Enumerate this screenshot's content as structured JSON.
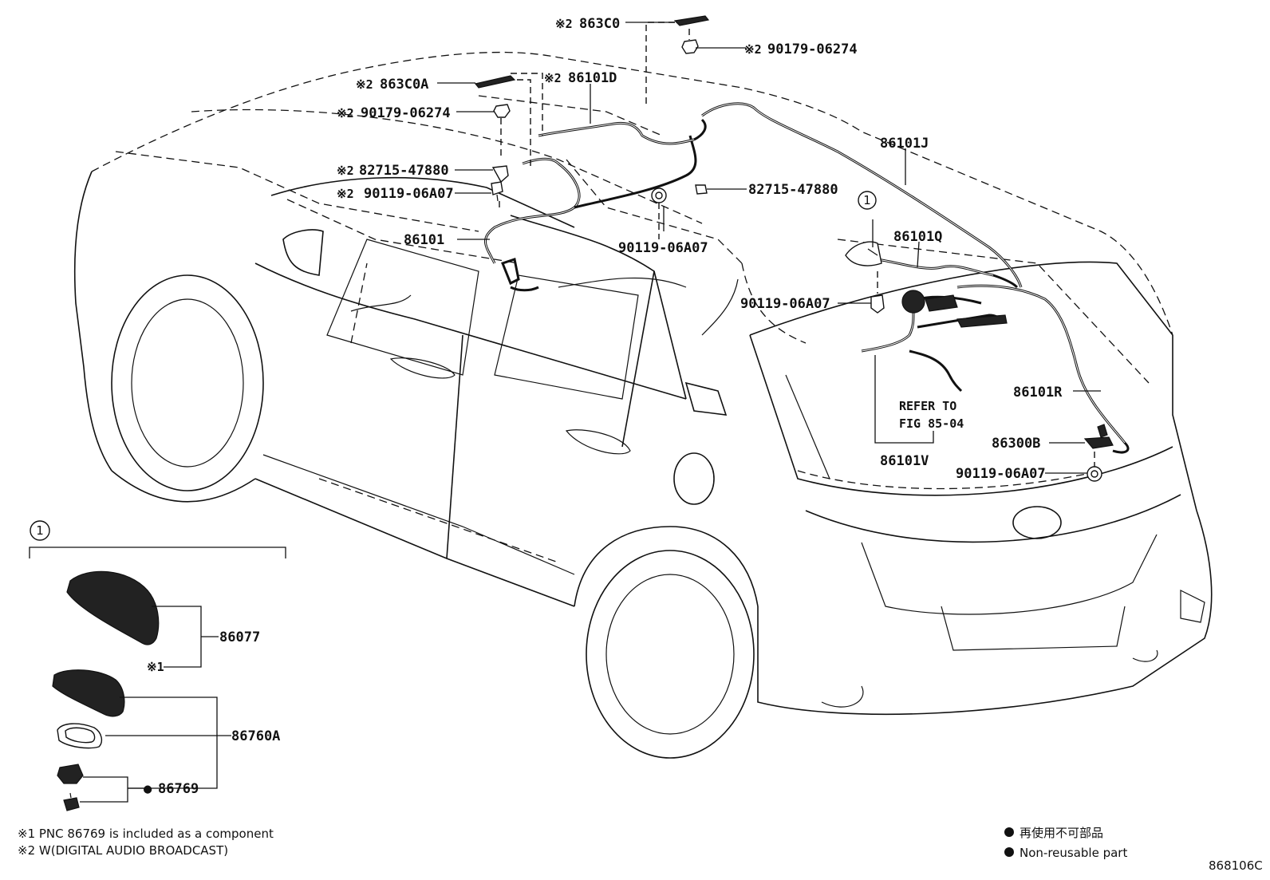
{
  "labels": {
    "c863C0": "863C0",
    "c90179_top": "90179-06274",
    "c863C0A": "863C0A",
    "c86101D": "86101D",
    "c90179_mid": "90179-06274",
    "c82715_l": "82715-47880",
    "c90119_l": "90119-06A07",
    "c82715_r": "82715-47880",
    "c86101": "86101",
    "c90119_c": "90119-06A07",
    "c86101J": "86101J",
    "c86101Q": "86101Q",
    "c90119_r": "90119-06A07",
    "refer1": "REFER TO",
    "refer2": "FIG 85-04",
    "c86101V": "86101V",
    "c86101R": "86101R",
    "c86300B": "86300B",
    "c90119_b": "90119-06A07",
    "c86077": "86077",
    "c86760A": "86760A",
    "c86769": "86769"
  },
  "marks": {
    "kome2": "※2",
    "kome1": "※1",
    "circle1": "1",
    "dot": "●"
  },
  "footnotes": {
    "n1": "※1 PNC 86769 is included as a component",
    "n2": "※2 W(DIGITAL AUDIO BROADCAST)"
  },
  "legend": {
    "jp": "再使用不可部品",
    "en": "Non-reusable part"
  },
  "figure_code": "868106C"
}
